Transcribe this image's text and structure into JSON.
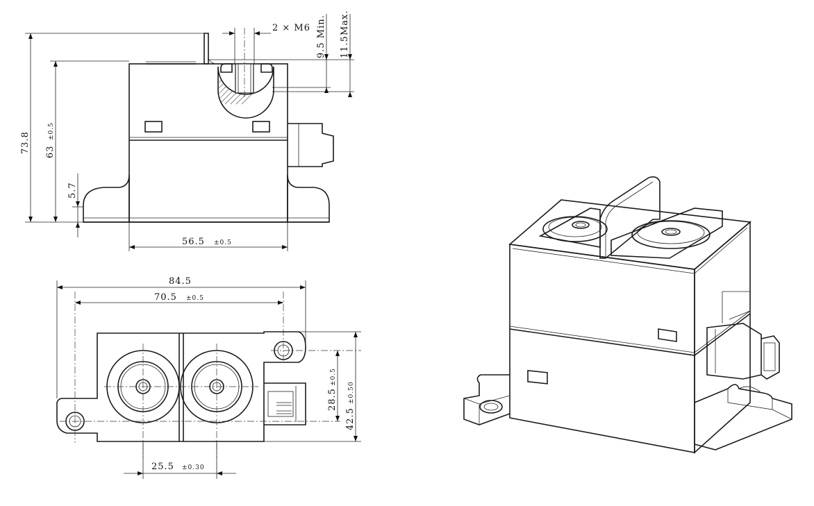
{
  "front_view": {
    "thread_label": "2 × M6",
    "dim_9_5": "9.5 Min.",
    "dim_11_5": "11.5Max.",
    "dim_73_8": "73.8",
    "dim_63": "63",
    "dim_63_tol": "±0.5",
    "dim_5_7": "5.7",
    "dim_56_5": "56.5",
    "dim_56_5_tol": "±0.5"
  },
  "top_view": {
    "dim_84_5": "84.5",
    "dim_70_5": "70.5",
    "dim_70_5_tol": "±0.5",
    "dim_28_5": "28.5",
    "dim_28_5_tol": "±0.5",
    "dim_42_5": "42.5",
    "dim_42_5_tol": "±0.50",
    "dim_25_5": "25.5",
    "dim_25_5_tol": "±0.30"
  }
}
